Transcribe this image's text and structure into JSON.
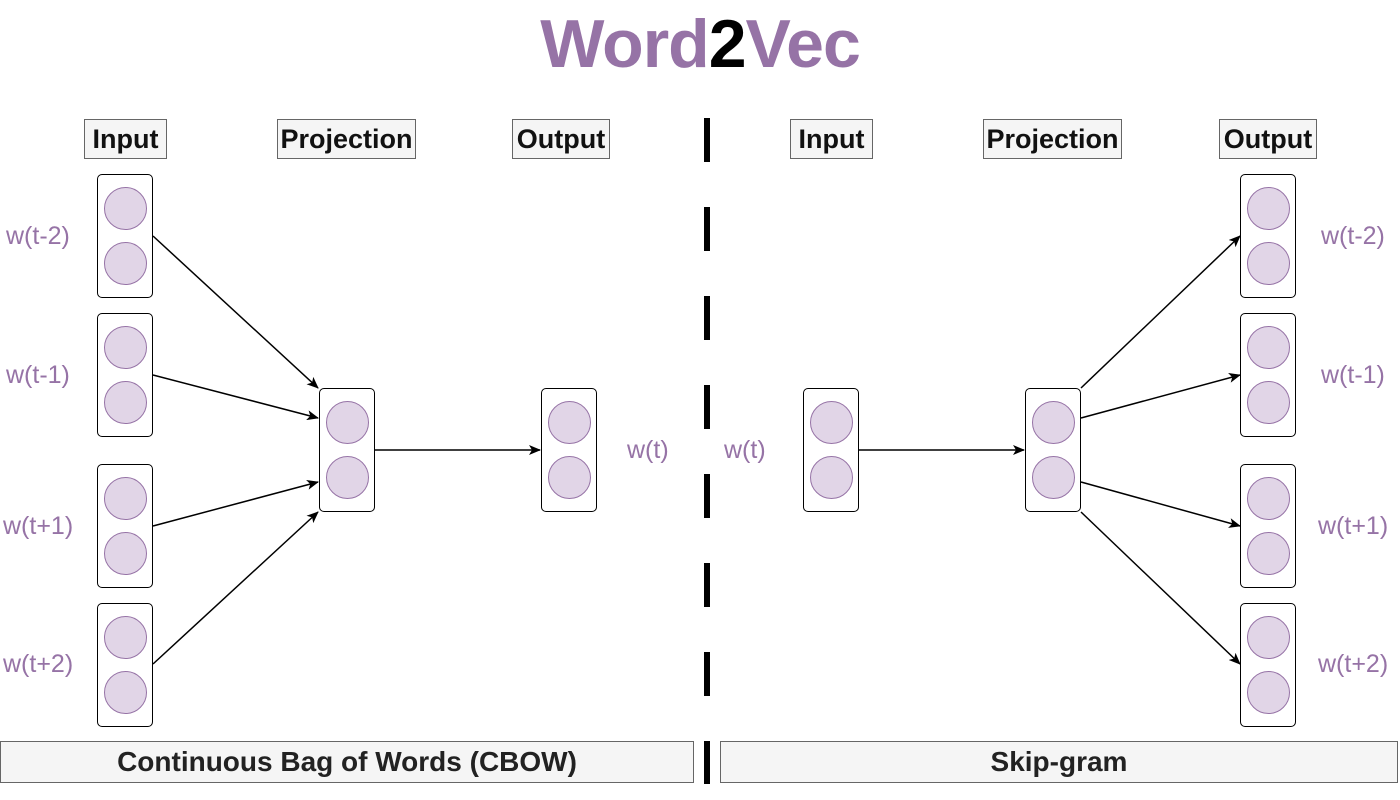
{
  "title": {
    "part1": "Word",
    "part2": "2",
    "part3": "Vec",
    "color_accent": "#9673A6",
    "color_mid": "#000000"
  },
  "cbow": {
    "headers": {
      "input": "Input",
      "projection": "Projection",
      "output": "Output"
    },
    "context_labels": [
      "w(t-2)",
      "w(t-1)",
      "w(t+1)",
      "w(t+2)"
    ],
    "output_label": "w(t)",
    "footer": "Continuous Bag of Words (CBOW)"
  },
  "skipgram": {
    "headers": {
      "input": "Input",
      "projection": "Projection",
      "output": "Output"
    },
    "input_label": "w(t)",
    "context_labels": [
      "w(t-2)",
      "w(t-1)",
      "w(t+1)",
      "w(t+2)"
    ],
    "footer": "Skip-gram"
  },
  "colors": {
    "node_fill": "#E1D5E7",
    "node_stroke": "#9673A6",
    "header_fill": "#f5f5f5",
    "header_stroke": "#666666"
  }
}
